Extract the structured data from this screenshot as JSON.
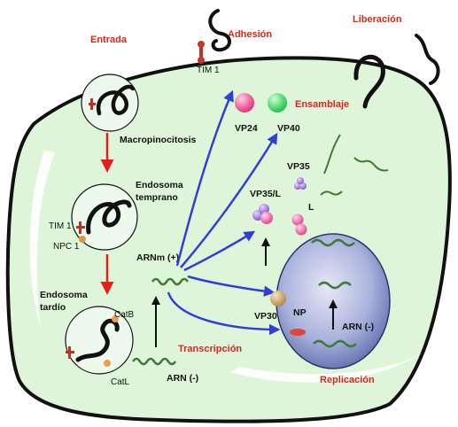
{
  "stages": {
    "entry": "Entrada",
    "adhesion": "Adhesión",
    "release": "Liberación",
    "assembly": "Ensamblaje",
    "transcription": "Transcripción",
    "replication": "Replicación"
  },
  "labels": {
    "tim1_surface": "TIM 1",
    "macropinocytosis": "Macropinocitosis",
    "early_endosome_1": "Endosoma",
    "early_endosome_2": "temprano",
    "tim1_endosome": "TIM 1",
    "npc1": "NPC 1",
    "late_endosome_1": "Endosoma",
    "late_endosome_2": "tardío",
    "catb": "CatB",
    "catl": "CatL",
    "mrna": "ARNm (+)",
    "rna_neg_cyto": "ARN (-)",
    "vp24": "VP24",
    "vp40": "VP40",
    "vp35": "VP35",
    "vp35l": "VP35/L",
    "l": "L",
    "vp30": "VP30",
    "np": "NP",
    "rna_neg_nucleus": "ARN (-)"
  },
  "colors": {
    "cell_fill": "#dff5d9",
    "cell_border": "#111111",
    "stage_text": "#d8261f",
    "flow_arrow": "#e0211b",
    "synthesis_arrow": "#2f3fd6",
    "rna_strand": "#3f7a3a",
    "virion": "#111111",
    "nucleus": "#8b98cc",
    "vp24": "#e8307a",
    "vp40": "#33d65a",
    "vp35": "#9a6ad6",
    "l_protein": "#e84f98",
    "vp30": "#c9a262",
    "np": "#e2443a"
  },
  "icons": [
    "virion-icon",
    "tim1-receptor-icon",
    "npc1-receptor-icon",
    "protease-icon",
    "rna-strand-icon",
    "protein-sphere-icon"
  ]
}
